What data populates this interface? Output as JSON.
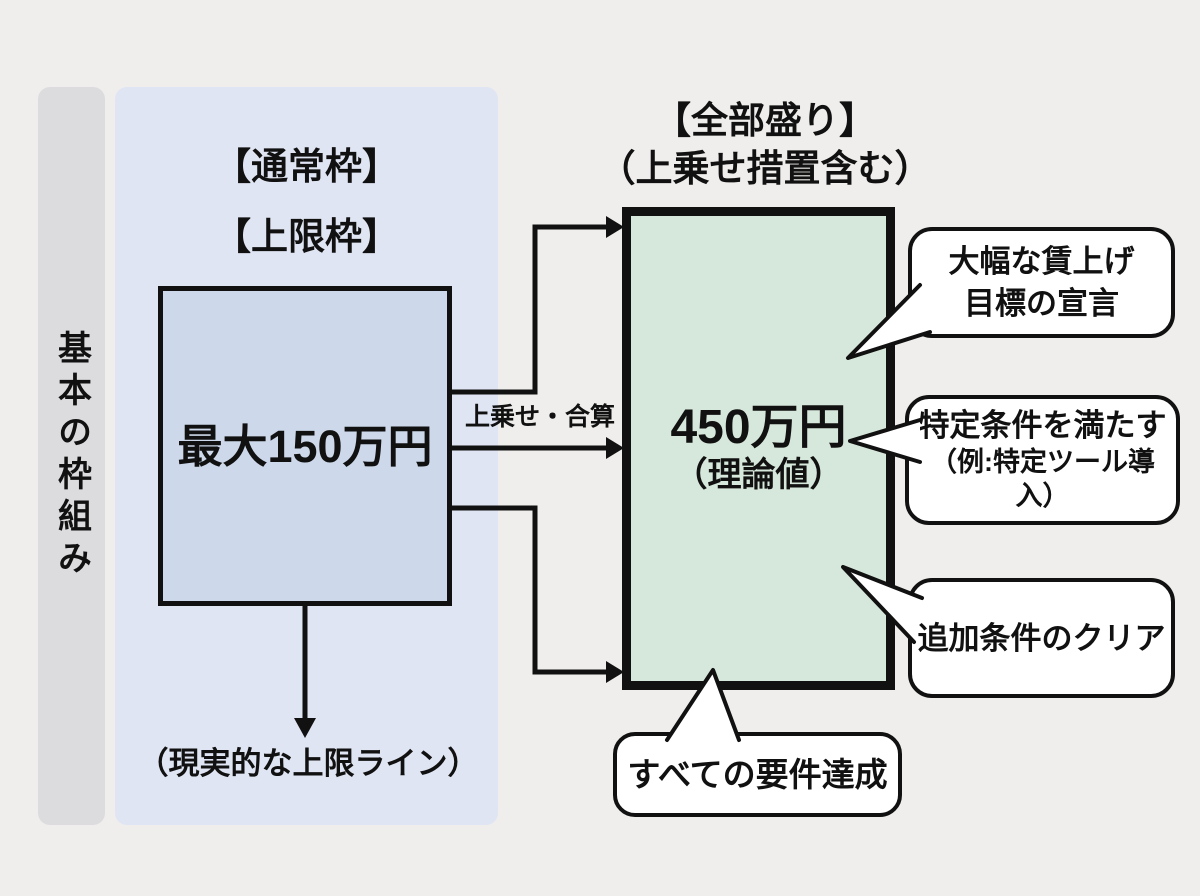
{
  "colors": {
    "background": "#efeeec",
    "rail_bg": "#dcdcdf",
    "panel_bg": "#dfe5f2",
    "base_box_bg": "#cdd9ea",
    "result_box_bg": "#d6e7db",
    "line_and_text": "#111111",
    "bubble_bg": "#ffffff"
  },
  "sidebar": {
    "label": "基本の枠組み"
  },
  "left_panel": {
    "frame_labels": [
      "【通常枠】",
      "【上限枠】"
    ],
    "base_box": {
      "amount": "最大150万円"
    },
    "floor_caption": "（現実的な上限ライン）"
  },
  "connector": {
    "label": "上乗せ・合算"
  },
  "result": {
    "title_line1": "【全部盛り】",
    "title_line2": "（上乗せ措置含む）",
    "amount": "450万円",
    "note": "（理論値）"
  },
  "callouts": {
    "wage": {
      "line1": "大幅な賃上げ",
      "line2": "目標の宣言"
    },
    "condition": {
      "line1": "特定条件を満たす",
      "line2": "（例:特定ツール導入）"
    },
    "additional": {
      "label": "追加条件のクリア"
    },
    "all_requirements": {
      "label": "すべての要件達成"
    }
  }
}
